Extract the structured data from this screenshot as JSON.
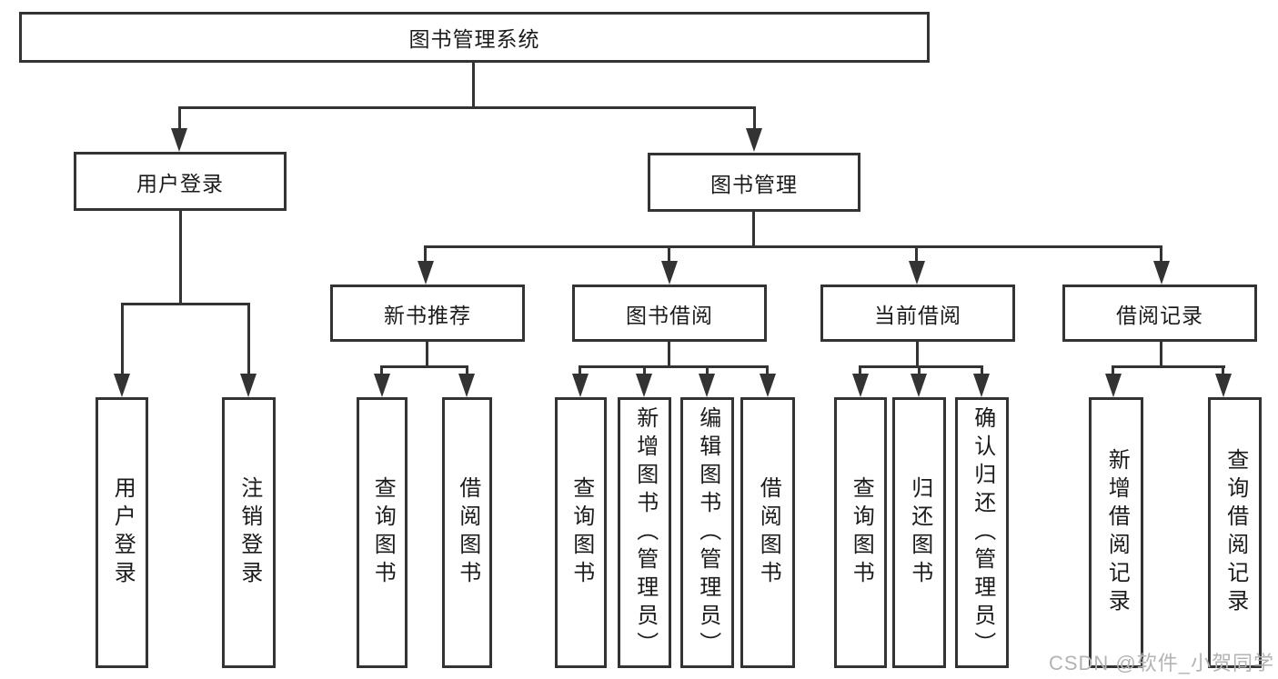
{
  "title": "图书管理系统",
  "level2": {
    "user_login": "用户登录",
    "book_mgmt": "图书管理"
  },
  "level3": {
    "new_books": "新书推荐",
    "book_borrow": "图书借阅",
    "current_borrow": "当前借阅",
    "borrow_records": "借阅记录"
  },
  "leaves": {
    "user": [
      "用户登录",
      "注销登录"
    ],
    "new_books": [
      "查询图书",
      "借阅图书"
    ],
    "book_borrow": [
      "查询图书",
      "新增图书（管理员）",
      "编辑图书（管理员）",
      "借阅图书"
    ],
    "current_borrow": [
      "查询图书",
      "归还图书",
      "确认归还（管理员）"
    ],
    "borrow_records": [
      "新增借阅记录",
      "查询借阅记录"
    ]
  },
  "watermark": "CSDN @软件_小贺同学",
  "colors": {
    "line": "#333333",
    "text": "#1b1b1b",
    "watermark": "#b3b3b3",
    "background": "#ffffff"
  }
}
